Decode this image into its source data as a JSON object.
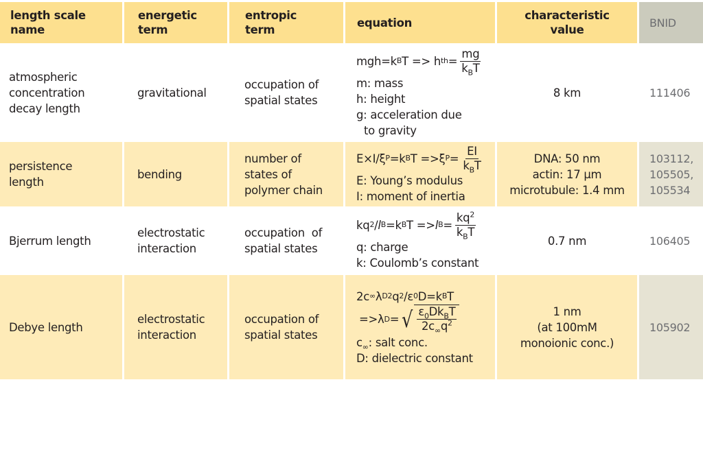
{
  "header": {
    "col1": [
      "length scale",
      "name"
    ],
    "col2": [
      "energetic",
      "term"
    ],
    "col3": [
      "entropic",
      "term"
    ],
    "col4": "equation",
    "col5": [
      "characteristic",
      "value"
    ],
    "col6": "BNID"
  },
  "colors": {
    "header_bg": "#fde08f",
    "header_bnid_bg": "#cbcbbd",
    "tint_row_bg": "#feebb8",
    "tint_bnid_bg": "#e6e3d3",
    "bnid_text": "#6d6e71"
  },
  "rows": [
    {
      "name": [
        "atmospheric",
        "concentration",
        "decay length"
      ],
      "energetic": [
        "gravitational"
      ],
      "entropic": [
        "occupation of",
        "spatial states"
      ],
      "equation": {
        "main_lhs": "mgh=k",
        "main_sub1": "B",
        "main_mid": "T => h",
        "main_sub2": "th",
        "main_eq": " =",
        "frac_num": "mg",
        "frac_den_k": "k",
        "frac_den_sub": "B",
        "frac_den_t": "T",
        "notes": [
          "m: mass",
          "h: height",
          "g: acceleration due",
          "to gravity"
        ]
      },
      "value": [
        "8 km"
      ],
      "bnid": [
        "111406"
      ]
    },
    {
      "name": [
        "persistence",
        "length"
      ],
      "energetic": [
        "bending"
      ],
      "entropic": [
        "number of",
        "states of",
        "polymer chain"
      ],
      "equation": {
        "main_lhs": "E×I/ξ",
        "main_sub1": "P",
        "main_mid": "=k",
        "main_sub2": "B",
        "main_rest": "T =>ξ",
        "main_sub3": "P",
        "main_eq": "=",
        "frac_num": "EI",
        "frac_den_k": "k",
        "frac_den_sub": "B",
        "frac_den_t": "T",
        "notes": [
          "E: Young’s modulus",
          "I: moment of inertia"
        ]
      },
      "value": [
        "DNA: 50 nm",
        "actin: 17 µm",
        "microtubule: 1.4 mm"
      ],
      "bnid": [
        "103112,",
        "105505,",
        "105534"
      ]
    },
    {
      "name": [
        "Bjerrum length"
      ],
      "energetic": [
        "electrostatic",
        "interaction"
      ],
      "entropic": [
        "occupation  of",
        "spatial states"
      ],
      "equation": {
        "main_lhs": "kq",
        "main_sup1": "2",
        "main_slash": "/",
        "main_l1": "l",
        "main_sub1": "B",
        "main_mid": "=k",
        "main_sub2": "B",
        "main_rest": "T =>",
        "main_l2": "l",
        "main_sub3": "B",
        "main_eq": "=",
        "frac_num": "kq",
        "frac_num_sup": "2",
        "frac_den_k": "k",
        "frac_den_sub": "B",
        "frac_den_t": "T",
        "notes": [
          "q: charge",
          "k: Coulomb’s constant"
        ]
      },
      "value": [
        "0.7 nm"
      ],
      "bnid": [
        "106405"
      ]
    },
    {
      "name": [
        "Debye length"
      ],
      "energetic": [
        "electrostatic",
        "interaction"
      ],
      "entropic": [
        "occupation of",
        "spatial states"
      ],
      "equation": {
        "line1_a": "2c",
        "line1_sub_inf": "∞",
        "line1_b": "λ",
        "line1_sub_d": "D",
        "line1_sup2a": "2",
        "line1_c": "q",
        "line1_sup2b": "2",
        "line1_d": "/ε",
        "line1_sub0": "0",
        "line1_e": "D=k",
        "line1_subB": "B",
        "line1_f": "T",
        "line2_a": "=>λ",
        "line2_sub_d": "D",
        "line2_eq": "=",
        "sqrt_num_a": "ε",
        "sqrt_num_sub0": "0",
        "sqrt_num_b": "Dk",
        "sqrt_num_subB": "B",
        "sqrt_num_c": "T",
        "sqrt_den_a": "2c",
        "sqrt_den_sub_inf": "∞",
        "sqrt_den_b": "q",
        "sqrt_den_sup2": "2",
        "radical": "√",
        "note1_a": "c",
        "note1_sub": "∞",
        "note1_b": ": salt conc.",
        "note2": "D: dielectric constant"
      },
      "value": [
        "1 nm",
        "(at 100mM",
        "monoionic conc.)"
      ],
      "bnid": [
        "105902"
      ]
    }
  ]
}
